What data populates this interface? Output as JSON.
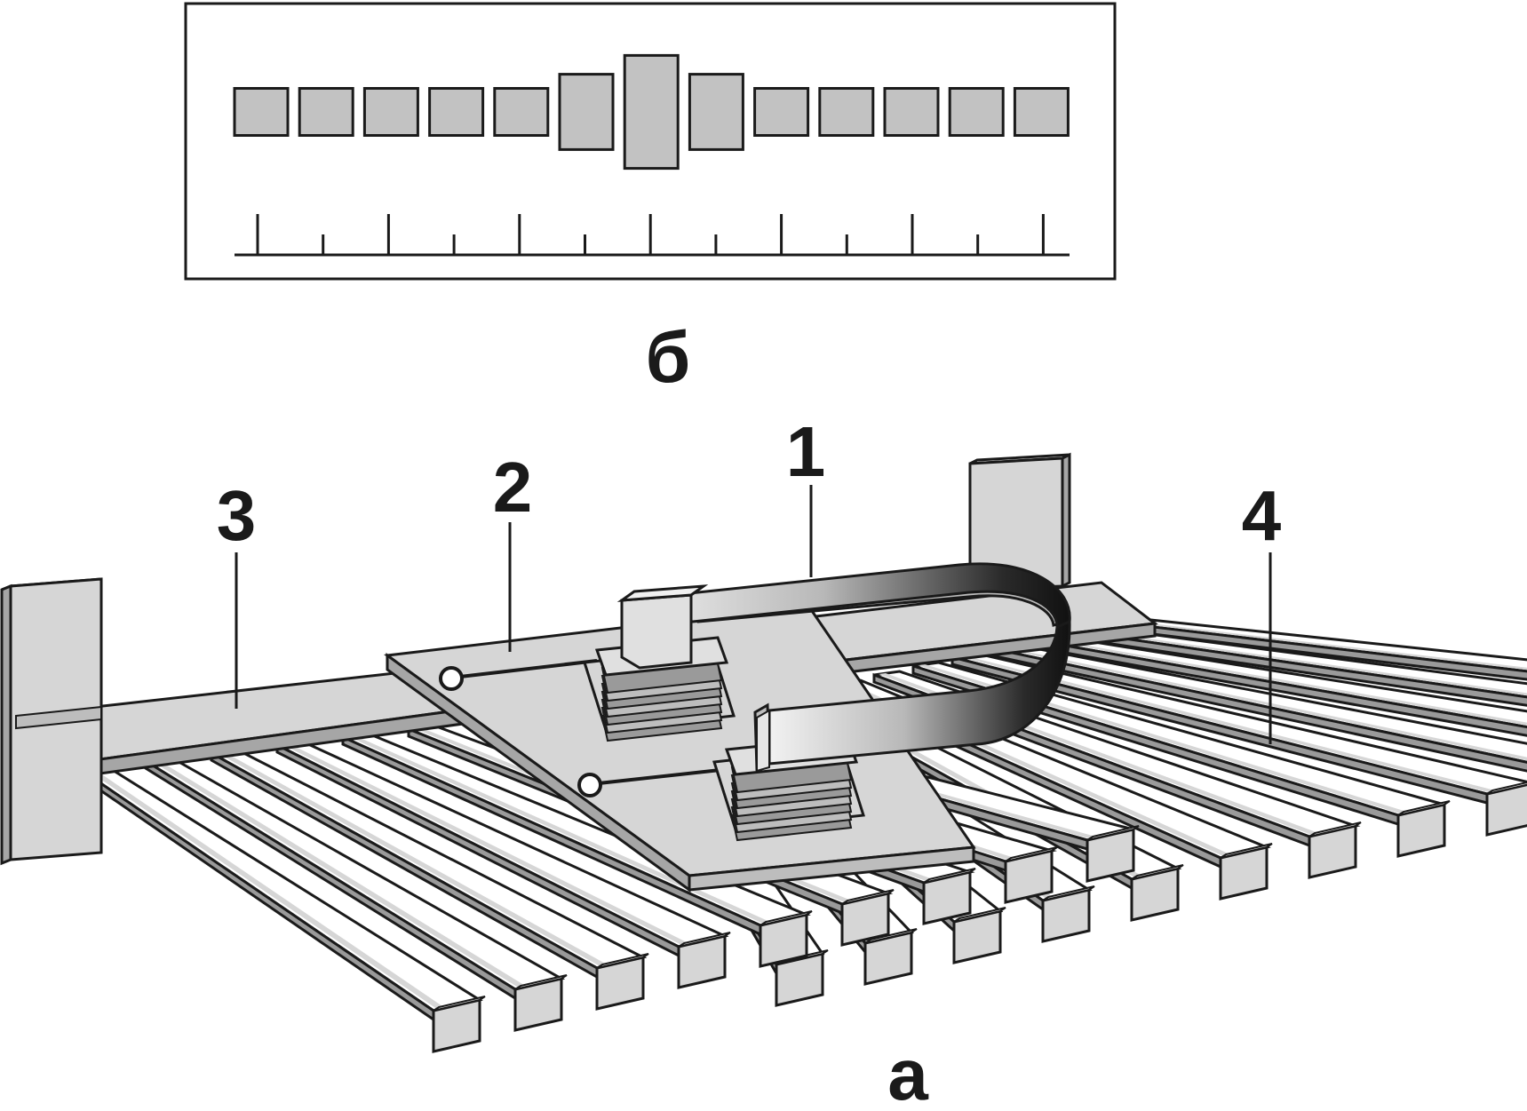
{
  "labels": {
    "part_b": "б",
    "part_a": "а",
    "callout_1": "1",
    "callout_2": "2",
    "callout_3": "3",
    "callout_4": "4"
  },
  "colors": {
    "stroke": "#1a1a1a",
    "fill_light": "#d6d6d6",
    "fill_mid": "#c2c2c2",
    "fill_dark": "#9a9a9a",
    "background": "#ffffff"
  },
  "pattern_b": {
    "bar_heights": [
      1,
      1,
      1,
      1,
      1,
      1.6,
      2.4,
      1.6,
      1,
      1,
      1,
      1,
      1
    ],
    "tick_heights": [
      1,
      0.5,
      1,
      0.5,
      1,
      0.5,
      1,
      0.5,
      1,
      0.5,
      1,
      0.5,
      1
    ]
  },
  "grid_a": {
    "left_rods": 9,
    "right_rods": 13
  }
}
